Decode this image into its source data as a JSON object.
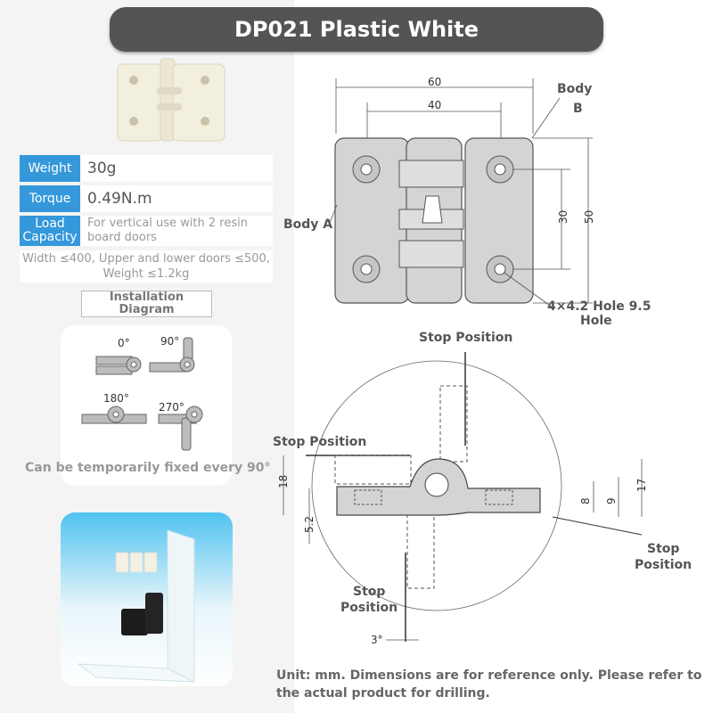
{
  "title": "DP021 Plastic White",
  "specs": [
    {
      "label": "Weight",
      "value": "30g"
    },
    {
      "label": "Torque",
      "value": "0.49N.m"
    },
    {
      "label": "Load Capacity",
      "value": "For vertical use with 2 resin board doors"
    }
  ],
  "spec_note": "Width ≤400, Upper and lower doors ≤500, Weight ≤1.2kg",
  "install_button": "Installation Diagram",
  "angles": [
    "0°",
    "90°",
    "180°",
    "270°"
  ],
  "angles_caption": "Can be temporarily fixed every 90°",
  "drawing": {
    "dim_60": "60",
    "dim_40": "40",
    "dim_30": "30",
    "dim_50": "50",
    "body_a": "Body A",
    "body_b_1": "Body",
    "body_b_2": "B",
    "hole_1": "4×4.2 Hole 9.5",
    "hole_2": "Hole",
    "stop_top": "Stop Position",
    "stop_left": "Stop Position",
    "stop_right_1": "Stop",
    "stop_right_2": "Position",
    "stop_bottom_1": "Stop",
    "stop_bottom_2": "Position",
    "dim_18": "18",
    "dim_5_2": "5.2",
    "dim_8": "8",
    "dim_9": "9",
    "dim_17": "17",
    "dim_3": "3°"
  },
  "unit_note": "Unit: mm. Dimensions are for reference only. Please refer to the actual product for drilling.",
  "colors": {
    "accent": "#3498db",
    "title_bar": "#545454",
    "hinge_fill": "#d4d4d4",
    "photo_blue": "#4fc3f0"
  }
}
